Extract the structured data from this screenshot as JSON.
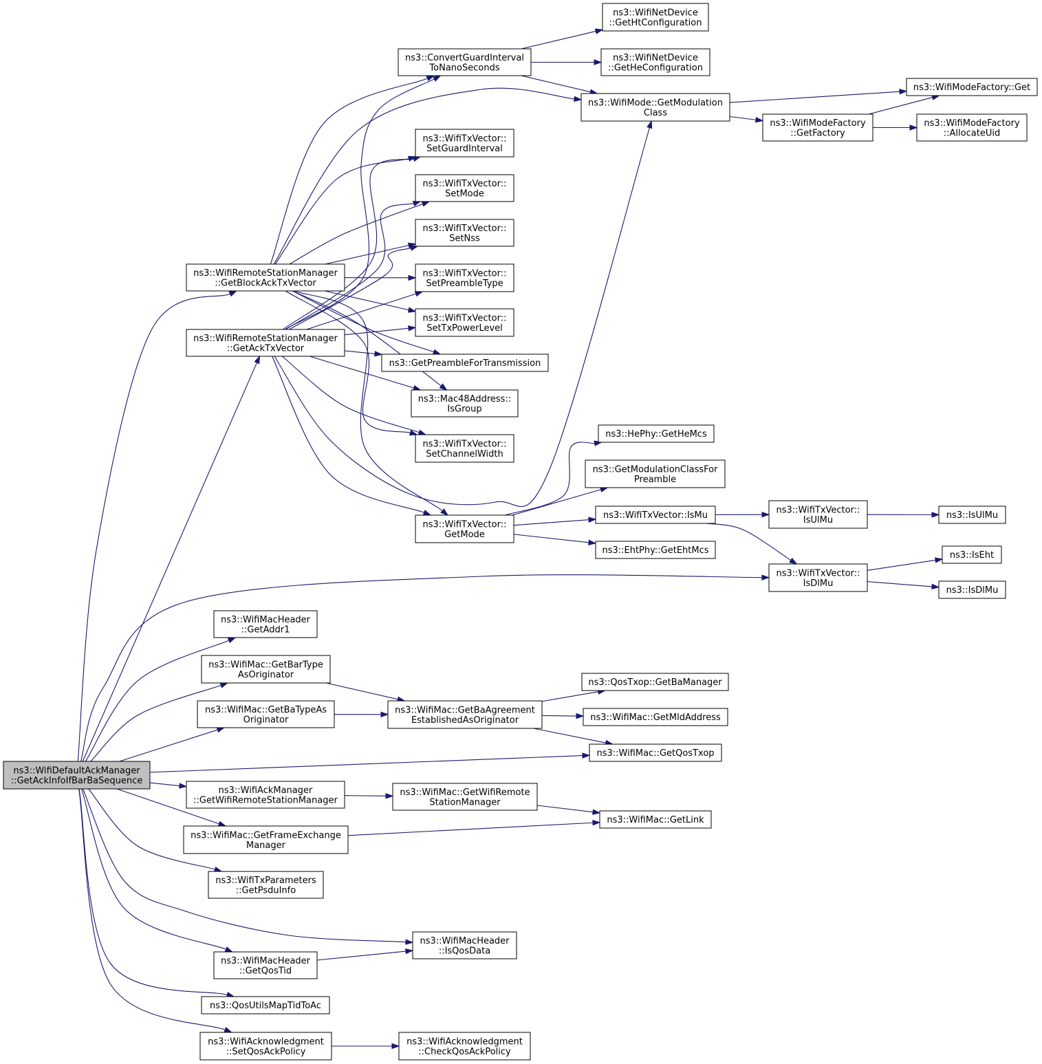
{
  "graph": {
    "edge_color": "#191970",
    "root_fill": "#bfbfbf",
    "nodes": [
      {
        "id": "root",
        "lines": [
          "ns3::WifiDefaultAckManager",
          "::GetAckInfoIfBarBaSequence"
        ]
      },
      {
        "id": "getBlockAckTxVector",
        "lines": [
          "ns3::WifiRemoteStationManager",
          "::GetBlockAckTxVector"
        ]
      },
      {
        "id": "getAckTxVector",
        "lines": [
          "ns3::WifiRemoteStationManager",
          "::GetAckTxVector"
        ]
      },
      {
        "id": "getAddr1",
        "lines": [
          "ns3::WifiMacHeader",
          "::GetAddr1"
        ]
      },
      {
        "id": "getBarTypeAsOriginator",
        "lines": [
          "ns3::WifiMac::GetBarType",
          "AsOriginator"
        ]
      },
      {
        "id": "getBaTypeAsOriginator",
        "lines": [
          "ns3::WifiMac::GetBaTypeAs",
          "Originator"
        ]
      },
      {
        "id": "getWifiRemoteStationManagerAck",
        "lines": [
          "ns3::WifiAckManager",
          "::GetWifiRemoteStationManager"
        ]
      },
      {
        "id": "getFrameExchangeManager",
        "lines": [
          "ns3::WifiMac::GetFrameExchange",
          "Manager"
        ]
      },
      {
        "id": "getPsduInfo",
        "lines": [
          "ns3::WifiTxParameters",
          "::GetPsduInfo"
        ]
      },
      {
        "id": "getQosTid",
        "lines": [
          "ns3::WifiMacHeader",
          "::GetQosTid"
        ]
      },
      {
        "id": "qosUtilsMapTidToAc",
        "lines": [
          "ns3::QosUtilsMapTidToAc"
        ]
      },
      {
        "id": "setQosAckPolicy",
        "lines": [
          "ns3::WifiAcknowledgment",
          "::SetQosAckPolicy"
        ]
      },
      {
        "id": "convertGuardInterval",
        "lines": [
          "ns3::ConvertGuardInterval",
          "ToNanoSeconds"
        ]
      },
      {
        "id": "setGuardInterval",
        "lines": [
          "ns3::WifiTxVector::",
          "SetGuardInterval"
        ]
      },
      {
        "id": "setMode",
        "lines": [
          "ns3::WifiTxVector::",
          "SetMode"
        ]
      },
      {
        "id": "setNss",
        "lines": [
          "ns3::WifiTxVector::",
          "SetNss"
        ]
      },
      {
        "id": "setPreambleType",
        "lines": [
          "ns3::WifiTxVector::",
          "SetPreambleType"
        ]
      },
      {
        "id": "setTxPowerLevel",
        "lines": [
          "ns3::WifiTxVector::",
          "SetTxPowerLevel"
        ]
      },
      {
        "id": "getPreambleForTransmission",
        "lines": [
          "ns3::GetPreambleForTransmission"
        ]
      },
      {
        "id": "isGroup",
        "lines": [
          "ns3::Mac48Address::",
          "IsGroup"
        ]
      },
      {
        "id": "setChannelWidth",
        "lines": [
          "ns3::WifiTxVector::",
          "SetChannelWidth"
        ]
      },
      {
        "id": "getMode",
        "lines": [
          "ns3::WifiTxVector::",
          "GetMode"
        ]
      },
      {
        "id": "getBaAgreement",
        "lines": [
          "ns3::WifiMac::GetBaAgreement",
          "EstablishedAsOriginator"
        ]
      },
      {
        "id": "getWifiRemoteStationManagerMac",
        "lines": [
          "ns3::WifiMac::GetWifiRemote",
          "StationManager"
        ]
      },
      {
        "id": "isQosData",
        "lines": [
          "ns3::WifiMacHeader",
          "::IsQosData"
        ]
      },
      {
        "id": "checkQosAckPolicy",
        "lines": [
          "ns3::WifiAcknowledgment",
          "::CheckQosAckPolicy"
        ]
      },
      {
        "id": "getHtConfiguration",
        "lines": [
          "ns3::WifiNetDevice",
          "::GetHtConfiguration"
        ]
      },
      {
        "id": "getHeConfiguration",
        "lines": [
          "ns3::WifiNetDevice",
          "::GetHeConfiguration"
        ]
      },
      {
        "id": "getModulationClass",
        "lines": [
          "ns3::WifiMode::GetModulation",
          "Class"
        ]
      },
      {
        "id": "getHeMcs",
        "lines": [
          "ns3::HePhy::GetHeMcs"
        ]
      },
      {
        "id": "getModulationClassForPreamble",
        "lines": [
          "ns3::GetModulationClassFor",
          "Preamble"
        ]
      },
      {
        "id": "isMu",
        "lines": [
          "ns3::WifiTxVector::IsMu"
        ]
      },
      {
        "id": "getEhtMcs",
        "lines": [
          "ns3::EhtPhy::GetEhtMcs"
        ]
      },
      {
        "id": "getBaManager",
        "lines": [
          "ns3::QosTxop::GetBaManager"
        ]
      },
      {
        "id": "getMldAddress",
        "lines": [
          "ns3::WifiMac::GetMldAddress"
        ]
      },
      {
        "id": "getQosTxop",
        "lines": [
          "ns3::WifiMac::GetQosTxop"
        ]
      },
      {
        "id": "getLink",
        "lines": [
          "ns3::WifiMac::GetLink"
        ]
      },
      {
        "id": "wifiModeFactoryGet",
        "lines": [
          "ns3::WifiModeFactory::Get"
        ]
      },
      {
        "id": "getFactory",
        "lines": [
          "ns3::WifiModeFactory",
          "::GetFactory"
        ]
      },
      {
        "id": "allocateUid",
        "lines": [
          "ns3::WifiModeFactory",
          "::AllocateUid"
        ]
      },
      {
        "id": "isUlMuVector",
        "lines": [
          "ns3::WifiTxVector::",
          "IsUlMu"
        ]
      },
      {
        "id": "isDlMuVector",
        "lines": [
          "ns3::WifiTxVector::",
          "IsDlMu"
        ]
      },
      {
        "id": "isUlMu",
        "lines": [
          "ns3::IsUlMu"
        ]
      },
      {
        "id": "isEht",
        "lines": [
          "ns3::IsEht"
        ]
      },
      {
        "id": "isDlMu",
        "lines": [
          "ns3::IsDlMu"
        ]
      }
    ]
  }
}
